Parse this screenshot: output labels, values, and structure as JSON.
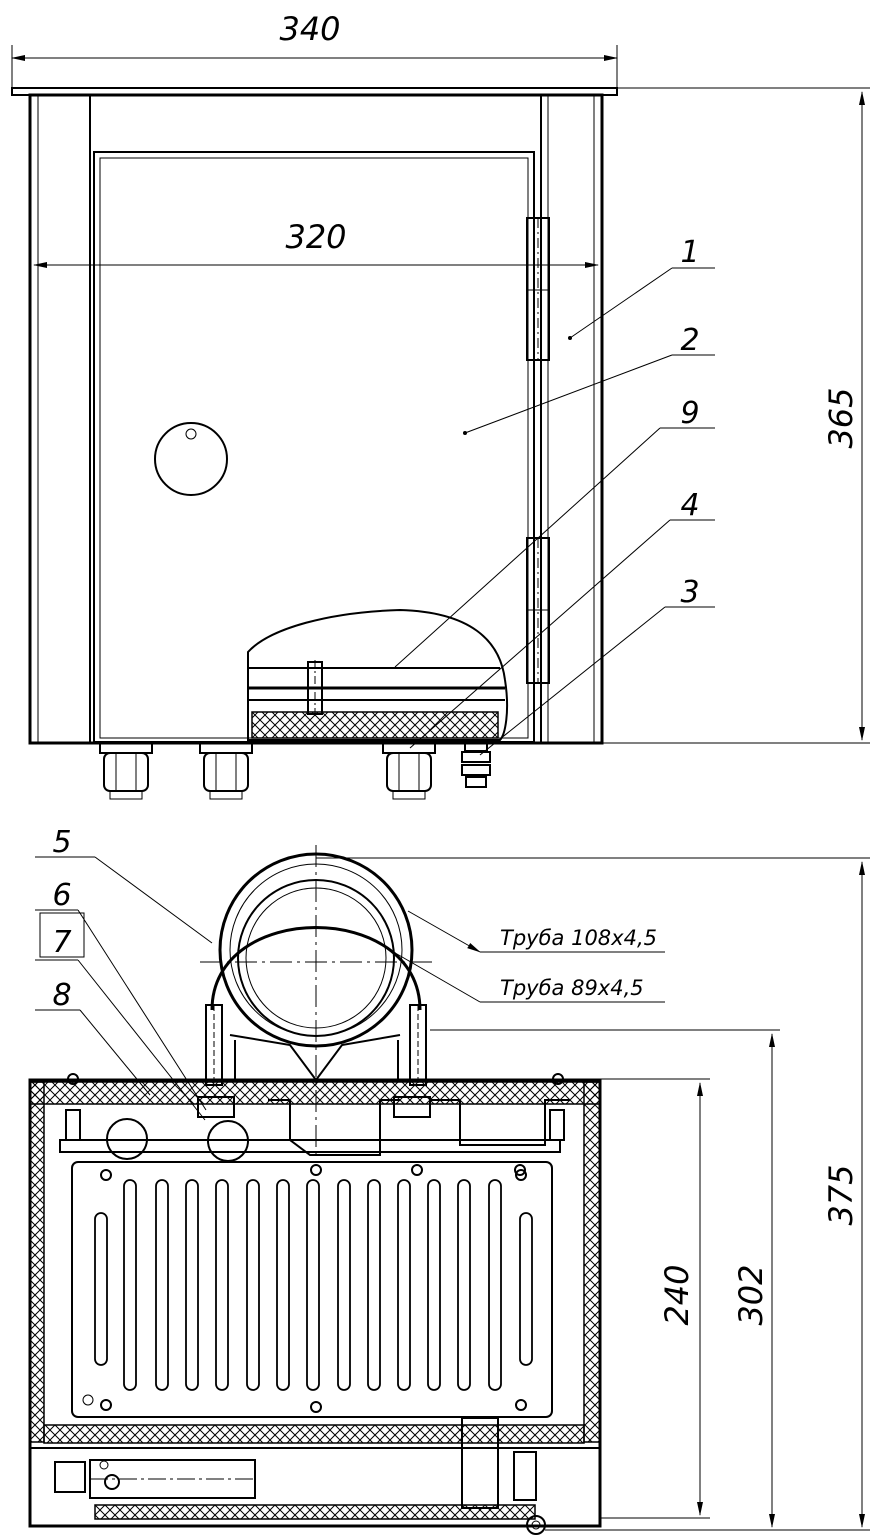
{
  "dimensions": {
    "width_top": "340",
    "inner_width": "320",
    "height_top": "365",
    "height_total": "375",
    "height_box": "302",
    "height_inner": "240"
  },
  "callouts": {
    "c1": "1",
    "c2": "2",
    "c3": "3",
    "c4": "4",
    "c5": "5",
    "c6": "6",
    "c7": "7",
    "c8": "8",
    "c9": "9"
  },
  "pipes": {
    "outer": "Труба 108x4,5",
    "inner": "Труба 89x4,5"
  }
}
